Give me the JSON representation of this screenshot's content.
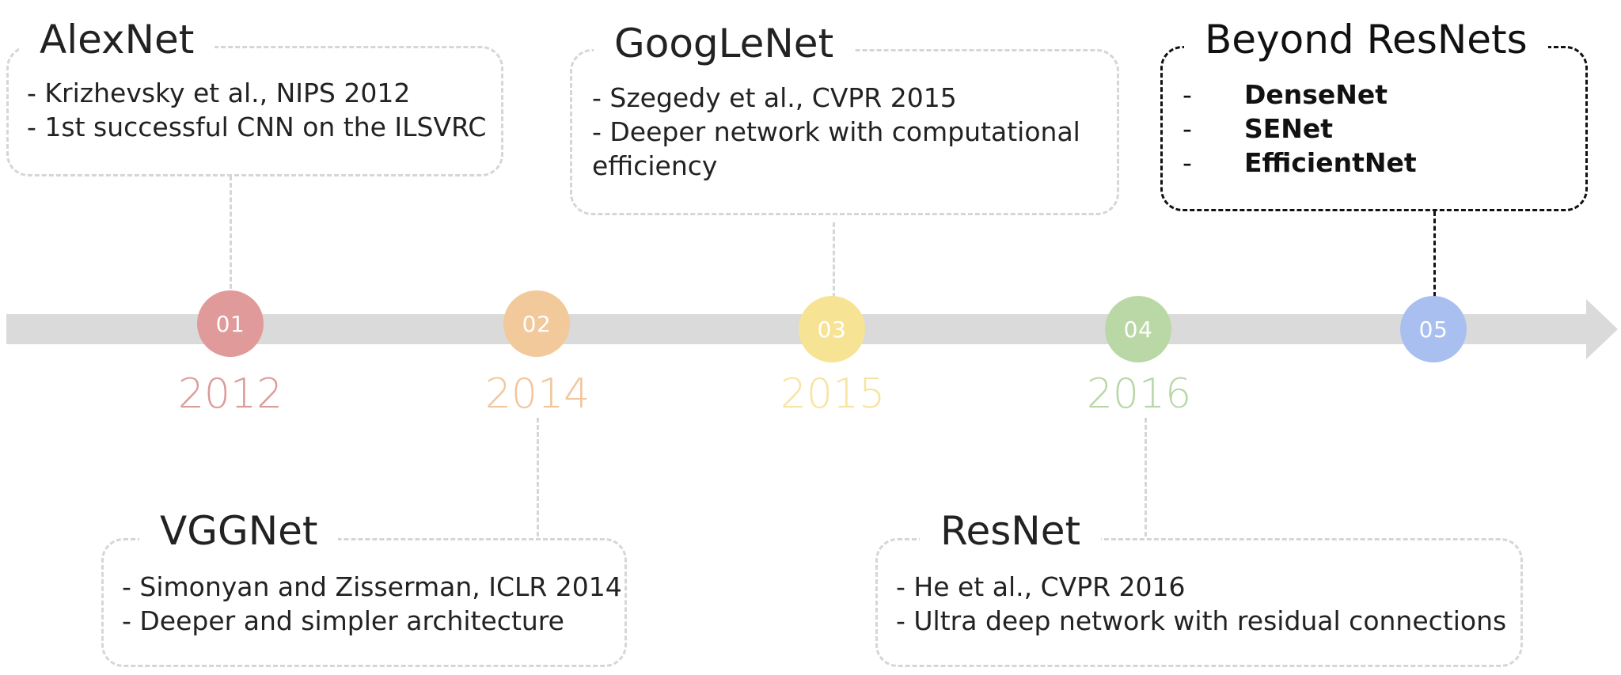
{
  "colors": {
    "arrow": "#dadada",
    "box_border": "#d6d6d6",
    "box_border_highlight": "#111111",
    "nodes": [
      "#e09a9a",
      "#f2c99a",
      "#f7e394",
      "#b9d8a6",
      "#a8bff0"
    ]
  },
  "milestones": [
    {
      "number": "01",
      "year": "2012",
      "title": "AlexNet",
      "lines": [
        "- Krizhevsky et al., NIPS 2012",
        "- 1st successful CNN on the ILSVRC"
      ]
    },
    {
      "number": "02",
      "year": "2014",
      "title": "VGGNet",
      "lines": [
        "- Simonyan and Zisserman, ICLR 2014",
        "- Deeper and simpler architecture"
      ]
    },
    {
      "number": "03",
      "year": "2015",
      "title": "GoogLeNet",
      "lines": [
        "- Szegedy et al., CVPR 2015",
        "- Deeper network with computational efficiency"
      ]
    },
    {
      "number": "04",
      "year": "2016",
      "title": "ResNet",
      "lines": [
        "- He et al., CVPR 2016",
        "- Ultra deep network with residual connections"
      ]
    },
    {
      "number": "05",
      "year": "",
      "title": "Beyond ResNets",
      "bullet": "-",
      "items": [
        "DenseNet",
        "SENet",
        "EfficientNet"
      ]
    }
  ]
}
